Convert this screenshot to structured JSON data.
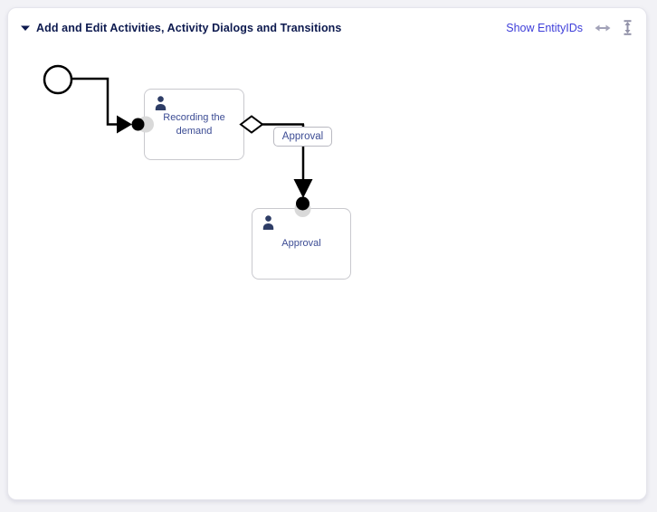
{
  "header": {
    "title": "Add and Edit Activities, Activity Dialogs and Transitions",
    "show_entity_ids_label": "Show EntityIDs",
    "icons": {
      "collapse": "caret-down",
      "resize_width": "horizontal-resize-arrow",
      "resize_height": "vertical-resize-arrow"
    }
  },
  "canvas": {
    "start_event": {
      "type": "start-circle"
    },
    "activities": [
      {
        "label": "Recording the demand",
        "icon": "person"
      },
      {
        "label": "Approval",
        "icon": "person"
      }
    ],
    "transition": {
      "label": "Approval",
      "from": "Recording the demand",
      "to": "Approval"
    }
  },
  "colors": {
    "page_background": "#f2f2f6",
    "panel_background": "#ffffff",
    "title_text": "#0d1a4f",
    "link_text": "#3e3ed9",
    "activity_text": "#3c4c94",
    "activity_border": "#c9c9ce",
    "person_icon": "#2e3d66",
    "connector": "#000000",
    "connection_point": "#d9d9d9",
    "resize_icon_gray": "#a2a2b8"
  }
}
